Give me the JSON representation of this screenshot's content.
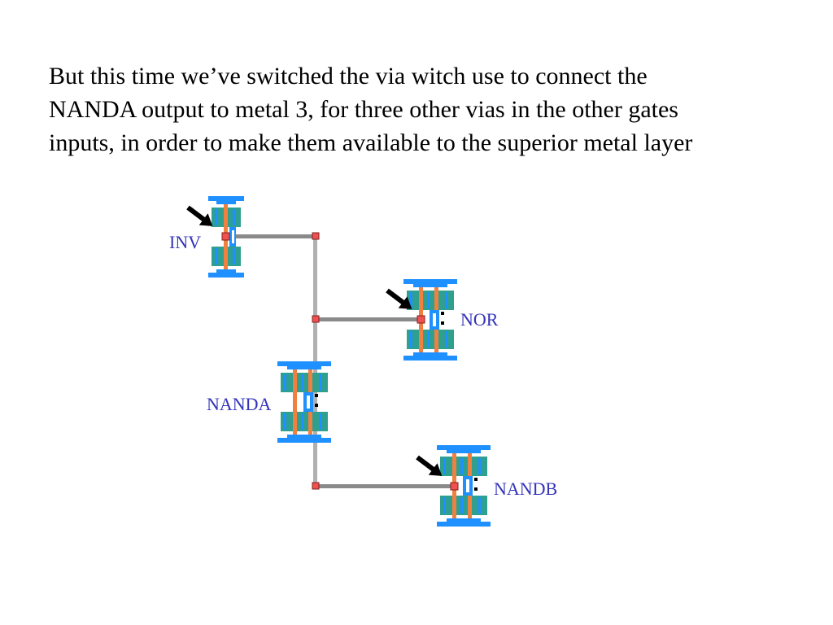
{
  "caption": {
    "line1": "But this time we’ve switched the via witch use to connect the",
    "line2": "NANDA output to metal 3, for three other vias in the other gates",
    "line3": "inputs, in order to make them available to the superior metal layer"
  },
  "gates": {
    "inv": "INV",
    "nor": "NOR",
    "nanda": "NANDA",
    "nandb": "NANDB"
  },
  "colors": {
    "background": "#ffffff",
    "text": "#000000",
    "label": "#3333bb",
    "metal1": "#1e90ff",
    "diffusion": "#2f9f8f",
    "poly": "#f08040",
    "metal2_wire": "#8a8a8a",
    "metal3_wire": "#b0b0b0",
    "via": "#f05050",
    "arrow": "#000000"
  }
}
